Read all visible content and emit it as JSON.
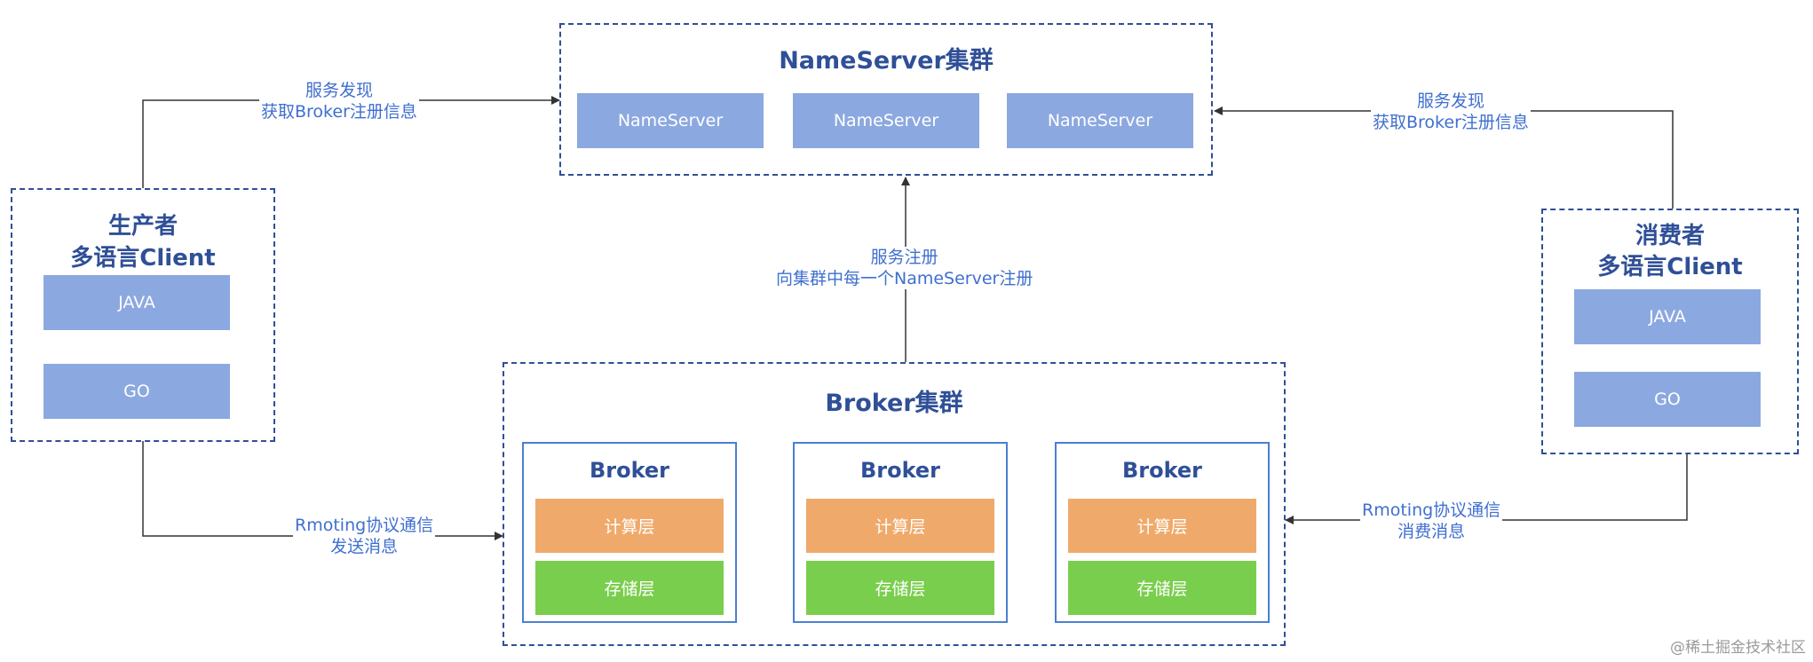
{
  "nameserver_cluster": {
    "title": "NameServer集群",
    "nodes": [
      "NameServer",
      "NameServer",
      "NameServer"
    ]
  },
  "producer": {
    "title_line1": "生产者",
    "title_line2": "多语言Client",
    "clients": [
      "JAVA",
      "GO"
    ]
  },
  "consumer": {
    "title_line1": "消费者",
    "title_line2": "多语言Client",
    "clients": [
      "JAVA",
      "GO"
    ]
  },
  "broker_cluster": {
    "title": "Broker集群",
    "brokers": [
      {
        "title": "Broker",
        "compute": "计算层",
        "storage": "存储层"
      },
      {
        "title": "Broker",
        "compute": "计算层",
        "storage": "存储层"
      },
      {
        "title": "Broker",
        "compute": "计算层",
        "storage": "存储层"
      }
    ]
  },
  "edges": {
    "producer_discovery": {
      "line1": "服务发现",
      "line2": "获取Broker注册信息"
    },
    "consumer_discovery": {
      "line1": "服务发现",
      "line2": "获取Broker注册信息"
    },
    "broker_register": {
      "line1": "服务注册",
      "line2": "向集群中每一个NameServer注册"
    },
    "producer_send": {
      "line1": "Rmoting协议通信",
      "line2": "发送消息"
    },
    "consumer_consume": {
      "line1": "Rmoting协议通信",
      "line2": "消费消息"
    }
  },
  "watermark": "@稀土掘金技术社区",
  "colors": {
    "dashed_border": "#2f4f97",
    "node_blue": "#8ba8e0",
    "compute_orange": "#efaa6b",
    "storage_green": "#7ace4d",
    "label_blue": "#3f6fd0",
    "connector": "#333333"
  }
}
